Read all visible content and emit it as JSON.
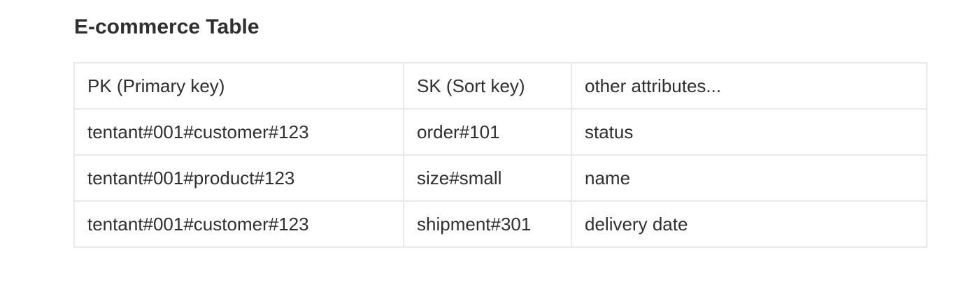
{
  "page": {
    "title": "E-commerce Table"
  },
  "table": {
    "headers": [
      "PK (Primary key)",
      "SK (Sort key)",
      "other attributes..."
    ],
    "rows": [
      [
        "tentant#001#customer#123",
        "order#101",
        "status"
      ],
      [
        "tentant#001#product#123",
        "size#small",
        "name"
      ],
      [
        "tentant#001#customer#123",
        "shipment#301",
        "delivery date"
      ]
    ]
  },
  "colors": {
    "border": "#e9e9e7",
    "text": "#2f2f2f",
    "background": "#ffffff"
  }
}
